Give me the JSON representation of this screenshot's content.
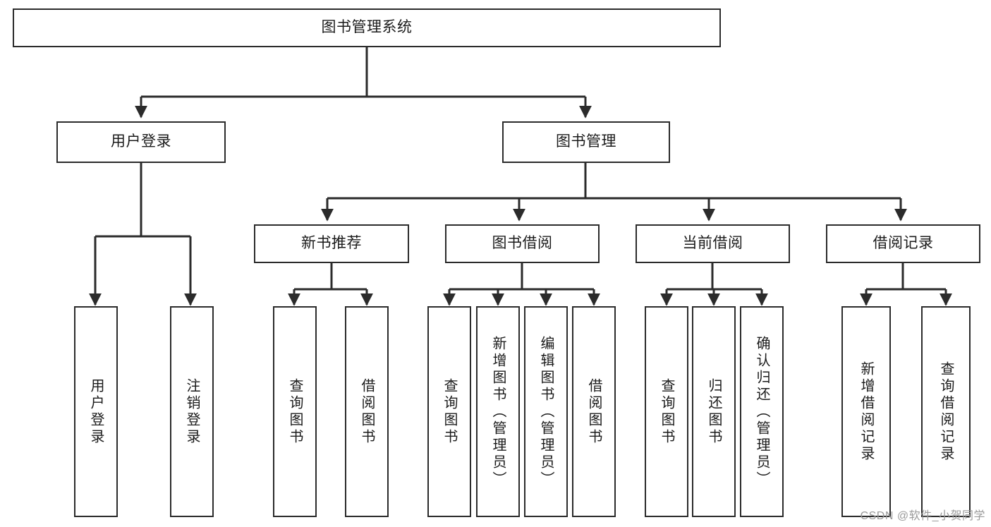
{
  "diagram": {
    "type": "tree",
    "title": "图书管理系统",
    "watermark": "CSDN @软件_小贺同学",
    "colors": {
      "background": "#ffffff",
      "border": "#2b2b2b",
      "text": "#1b1b1b",
      "edge": "#2b2b2b",
      "watermark": "#9a9a9a"
    },
    "nodes": {
      "root": {
        "label": "图书管理系统"
      },
      "level2": [
        {
          "id": "user-login",
          "label": "用户登录"
        },
        {
          "id": "book-manage",
          "label": "图书管理"
        }
      ],
      "level3": [
        {
          "id": "new-book-recommend",
          "label": "新书推荐"
        },
        {
          "id": "book-borrow",
          "label": "图书借阅"
        },
        {
          "id": "current-borrow",
          "label": "当前借阅"
        },
        {
          "id": "borrow-record",
          "label": "借阅记录"
        }
      ],
      "leaves": {
        "user-login": [
          {
            "id": "leaf-user-login",
            "label": "用户登录"
          },
          {
            "id": "leaf-logout-login",
            "label": "注销登录"
          }
        ],
        "new-book-recommend": [
          {
            "id": "leaf-query-book-1",
            "label": "查询图书"
          },
          {
            "id": "leaf-borrow-book-1",
            "label": "借阅图书"
          }
        ],
        "book-borrow": [
          {
            "id": "leaf-query-book-2",
            "label": "查询图书"
          },
          {
            "id": "leaf-add-book",
            "label": "新增图书（管理员）"
          },
          {
            "id": "leaf-edit-book",
            "label": "编辑图书（管理员）"
          },
          {
            "id": "leaf-borrow-book-2",
            "label": "借阅图书"
          }
        ],
        "current-borrow": [
          {
            "id": "leaf-query-book-3",
            "label": "查询图书"
          },
          {
            "id": "leaf-return-book",
            "label": "归还图书"
          },
          {
            "id": "leaf-confirm-return",
            "label": "确认归还（管理员）"
          }
        ],
        "borrow-record": [
          {
            "id": "leaf-add-record",
            "label": "新增借阅记录"
          },
          {
            "id": "leaf-query-record",
            "label": "查询借阅记录"
          }
        ]
      }
    }
  }
}
